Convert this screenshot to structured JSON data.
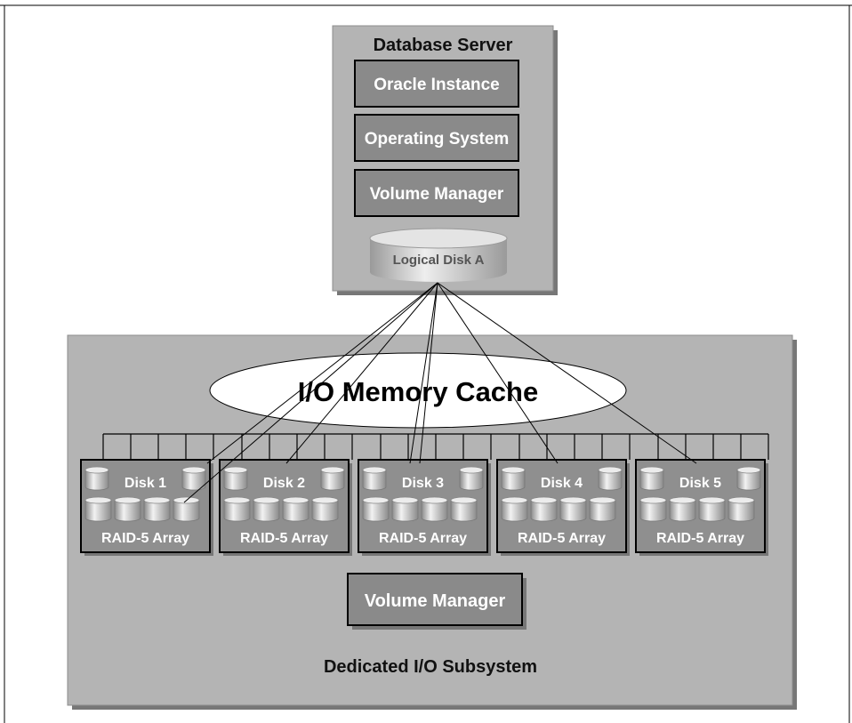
{
  "server": {
    "title": "Database Server",
    "layers": [
      "Oracle Instance",
      "Operating System",
      "Volume Manager"
    ],
    "logical_disk": "Logical Disk A"
  },
  "cache": {
    "label": "I/O Memory Cache"
  },
  "arrays": [
    {
      "disk": "Disk 1",
      "type": "RAID-5 Array"
    },
    {
      "disk": "Disk 2",
      "type": "RAID-5 Array"
    },
    {
      "disk": "Disk 3",
      "type": "RAID-5 Array"
    },
    {
      "disk": "Disk 4",
      "type": "RAID-5 Array"
    },
    {
      "disk": "Disk 5",
      "type": "RAID-5 Array"
    }
  ],
  "subsystem": {
    "volume_manager": "Volume Manager",
    "title": "Dedicated I/O Subsystem"
  },
  "colors": {
    "panel": "#b4b4b4",
    "box": "#8a8a8a",
    "disk_body": "#b8b8b8",
    "cylinder_light": "#e6e6e6",
    "cylinder_dark": "#7a7a7a",
    "line": "#000000",
    "text_light": "#ffffff",
    "text_dark": "#111111"
  }
}
